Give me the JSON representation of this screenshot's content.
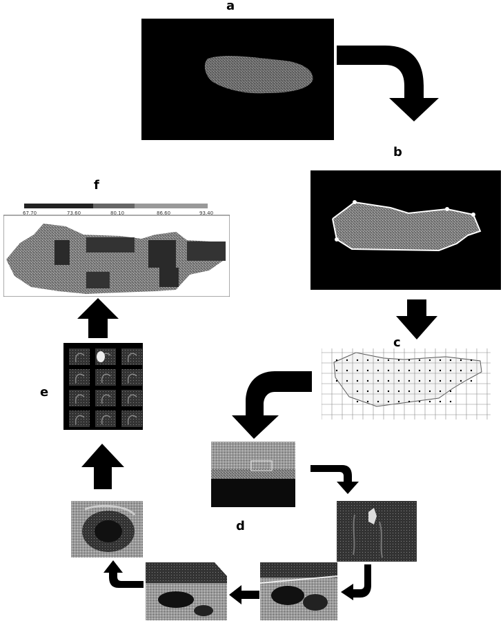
{
  "labels": {
    "a": "a",
    "b": "b",
    "c": "c",
    "d": "d",
    "e": "e",
    "f": "f"
  },
  "colorbar": {
    "ticks": [
      "67.70",
      "73.60",
      "80.10",
      "86.60",
      "93.40"
    ]
  },
  "colors": {
    "background": "#ffffff",
    "panel": "#000000",
    "arrow": "#000000",
    "tissue": "#8a8a8a",
    "outline": "#ffffff"
  },
  "icons": {
    "flow_arrow": "curved-arrow-icon",
    "down_arrow": "down-arrow-icon",
    "up_arrow": "up-arrow-icon"
  }
}
